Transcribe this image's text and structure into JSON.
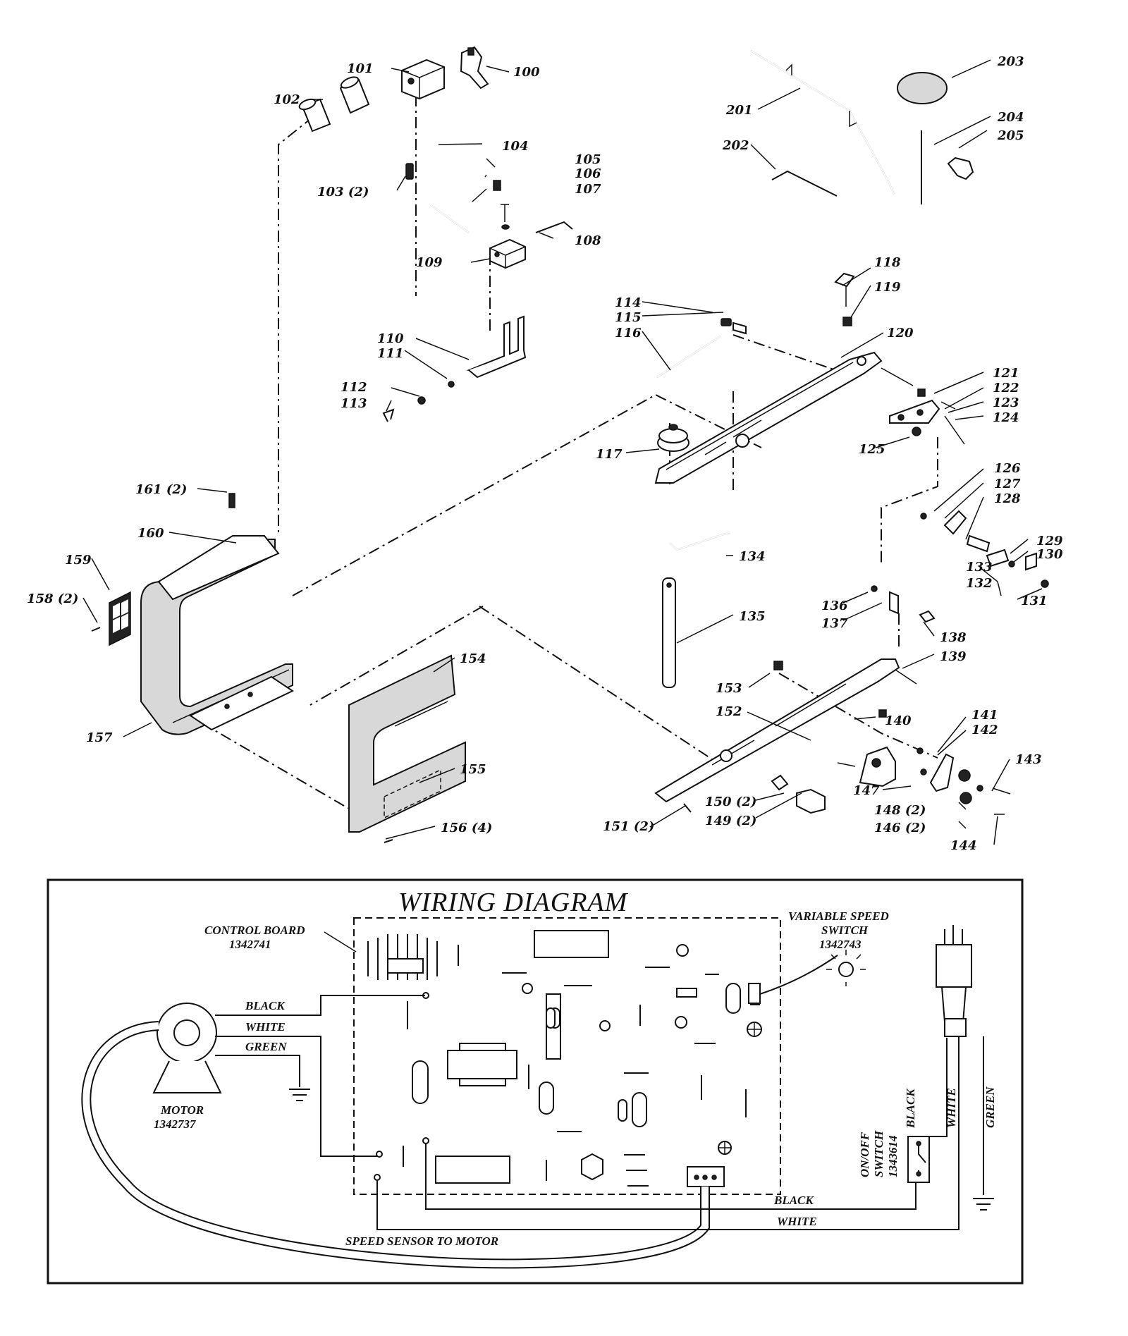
{
  "parts_callouts": [
    "100",
    "101",
    "102",
    "103 (2)",
    "104",
    "105",
    "106",
    "107",
    "108",
    "109",
    "110",
    "111",
    "112",
    "113",
    "114",
    "115",
    "116",
    "117",
    "118",
    "119",
    "120",
    "121",
    "122",
    "123",
    "124",
    "125",
    "126",
    "127",
    "128",
    "129",
    "130",
    "131",
    "132",
    "133",
    "134",
    "135",
    "136",
    "137",
    "138",
    "139",
    "140",
    "141",
    "142",
    "143",
    "144",
    "146 (2)",
    "147",
    "148 (2)",
    "149 (2)",
    "150 (2)",
    "151 (2)",
    "152",
    "153",
    "154",
    "155",
    "156 (4)",
    "157",
    "158 (2)",
    "159",
    "160",
    "161 (2)",
    "201",
    "202",
    "203",
    "204",
    "205",
    "146"
  ],
  "wiring_diagram": {
    "title": "WIRING DIAGRAM",
    "control_board": "CONTROL BOARD",
    "control_board_part": "1342741",
    "variable_speed": "VARIABLE SPEED",
    "variable_speed_switch": "SWITCH",
    "variable_speed_part": "1342743",
    "motor": "MOTOR",
    "motor_part": "1342737",
    "on_off": "ON/OFF",
    "on_off_switch": "SWITCH",
    "on_off_part": "1343614",
    "wire_black": "BLACK",
    "wire_white": "WHITE",
    "wire_green": "GREEN",
    "speed_sensor": "SPEED SENSOR TO MOTOR"
  }
}
